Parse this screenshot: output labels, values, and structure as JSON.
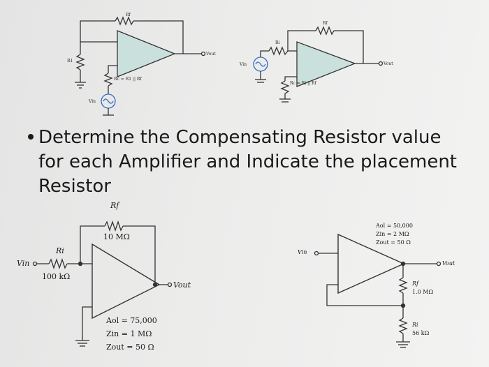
{
  "slide": {
    "bullet_text": "Determine the Compensating Resistor value for each Amplifier and Indicate the placement Resistor"
  },
  "top_left_circuit": {
    "rf": "Rf",
    "r1": "R1",
    "comp": "Rc = R1 || Rf",
    "vin": "Vin",
    "vout": "Vout"
  },
  "top_right_circuit": {
    "rf": "Rf",
    "ri": "Ri",
    "comp": "Rc = Ri || Rf",
    "vin": "Vin",
    "vout": "Vout"
  },
  "bottom_left_circuit": {
    "rf_label": "Rf",
    "rf_value": "10 MΩ",
    "ri_label": "Ri",
    "ri_value": "100 kΩ",
    "vin": "Vin",
    "vout": "Vout",
    "specs": [
      "Aol = 75,000",
      "Zin = 1 MΩ",
      "Zout = 50 Ω"
    ]
  },
  "bottom_right_circuit": {
    "vin": "Vin",
    "vout": "Vout",
    "rf_label": "Rf",
    "rf_value": "1.0 MΩ",
    "ri_label": "Ri",
    "ri_value": "56 kΩ",
    "specs": [
      "Aol = 50,000",
      "Zin = 2 MΩ",
      "Zout = 50 Ω"
    ]
  },
  "colors": {
    "opamp_fill": "#c9e0dc",
    "wire": "#333333",
    "source_blue": "#2e6bc4"
  }
}
